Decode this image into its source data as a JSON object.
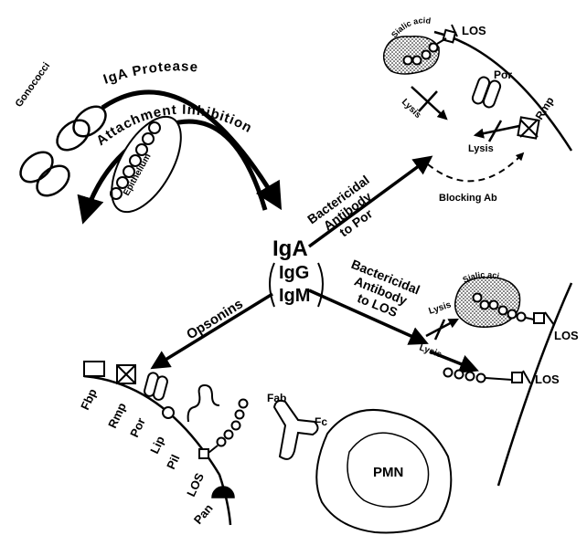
{
  "center": {
    "iga": "IgA",
    "igg": "IgG",
    "igm": "IgM"
  },
  "arrows": {
    "iga_protease": "IgA Protease",
    "attachment_inhibition": "Attachment Inhibition",
    "opsonins": "Opsonins",
    "bactericidal_por": [
      "Bactericidal",
      "Antibody",
      "to Por"
    ],
    "bactericidal_los": [
      "Bactericidal",
      "Antibody",
      "to LOS"
    ],
    "blocking_ab": "Blocking Ab"
  },
  "labels": {
    "gonococci": "Gonococci",
    "epithelium": "Epithelium",
    "sialic_acid": "Sialic acid",
    "los": "LOS",
    "por": "Por",
    "rmp": "Rmp",
    "lysis": "Lysis",
    "fbp": "Fbp",
    "lip": "Lip",
    "pil": "Pil",
    "pan": "Pan",
    "fab": "Fab",
    "fc": "Fc",
    "pmn": "PMN"
  },
  "colors": {
    "ink": "#000000",
    "paper": "#ffffff"
  }
}
